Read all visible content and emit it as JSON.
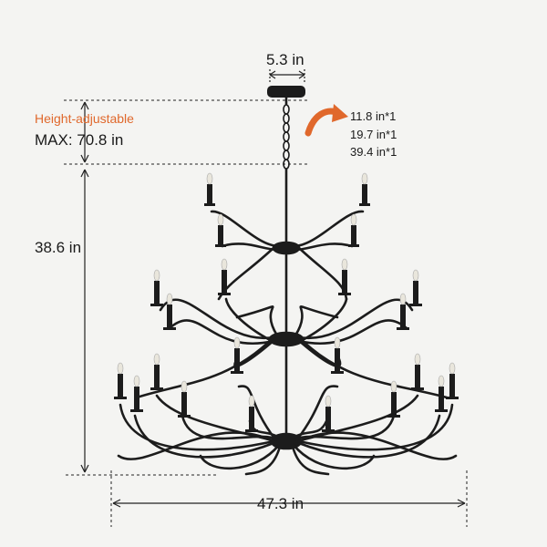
{
  "dimensions": {
    "canopy_width": "5.3 in",
    "height_adjustable": "Height-adjustable",
    "max_height": "MAX: 70.8 in",
    "body_height": "38.6 in",
    "overall_width": "47.3 in"
  },
  "chain_options": [
    "11.8 in*1",
    "19.7 in*1",
    "39.4 in*1"
  ],
  "colors": {
    "background": "#f4f4f2",
    "fixture": "#1c1c1c",
    "accent": "#e0682c",
    "dimension_line": "#222222"
  },
  "icons": {
    "chain_arrow": "curved-arrow-icon"
  }
}
